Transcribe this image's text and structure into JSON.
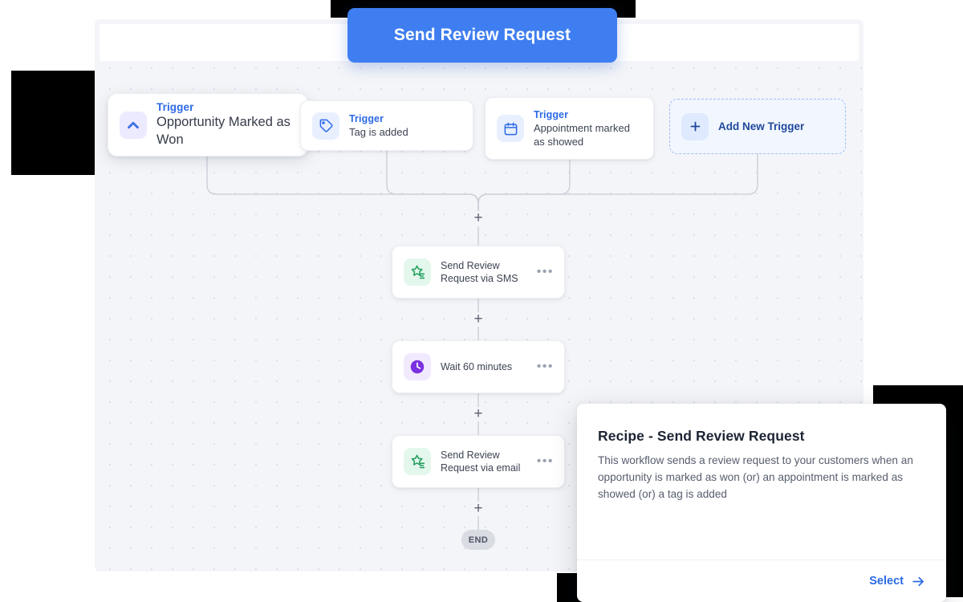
{
  "cta": {
    "label": "Send Review Request",
    "color": "#3f7ef0"
  },
  "canvas": {
    "background": "#f4f5f8",
    "dot_color": "#d8dce6"
  },
  "triggers": [
    {
      "kicker": "Trigger",
      "label": "Opportunity Marked as Won",
      "icon": "chevron-up-icon",
      "icon_bg": "#eceaff",
      "icon_color": "#3a6fe8"
    },
    {
      "kicker": "Trigger",
      "label": "Tag is added",
      "icon": "tag-icon",
      "icon_bg": "#e8efff",
      "icon_color": "#2c6ae6"
    },
    {
      "kicker": "Trigger",
      "label": "Appointment marked as showed",
      "icon": "calendar-icon",
      "icon_bg": "#e8efff",
      "icon_color": "#2c6ae6"
    }
  ],
  "add_trigger": {
    "label": "Add New Trigger",
    "icon": "plus-icon",
    "icon_bg": "#dfeaff",
    "text_color": "#21499c",
    "border_color": "#9dbdf5"
  },
  "nodes": [
    {
      "label": "Send Review Request via SMS",
      "icon": "review-star-icon",
      "icon_bg": "#e4f7ec",
      "icon_color": "#1f9d5c",
      "menu": "•••"
    },
    {
      "label": "Wait 60 minutes",
      "icon": "clock-icon",
      "icon_bg": "#f1eaff",
      "icon_color": "#7c31e0",
      "menu": "•••"
    },
    {
      "label": "Send Review Request via email",
      "icon": "review-star-icon",
      "icon_bg": "#e4f7ec",
      "icon_color": "#1f9d5c",
      "menu": "•••"
    }
  ],
  "add_step_glyph": "+",
  "end_label": "END",
  "recipe": {
    "title": "Recipe - Send Review Request",
    "description": "This workflow sends a review request to your customers when an opportunity is marked as won (or) an appointment is marked as showed (or) a tag is added",
    "select_label": "Select",
    "select_icon": "arrow-right-icon",
    "accent": "#2c6ae6"
  }
}
